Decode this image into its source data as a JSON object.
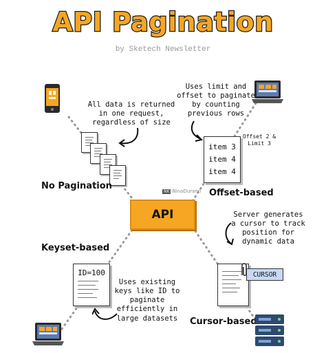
{
  "title": "API Pagination",
  "subtitle": "by Sketech Newsletter",
  "center": {
    "label": "API"
  },
  "watermark": {
    "mark": "NK",
    "name": "NinaDurann"
  },
  "no_pagination": {
    "label": "No Pagination",
    "description": "All data is returned\nin one request,\nregardless of size"
  },
  "offset": {
    "label": "Offset-based",
    "description": "Uses limit and\noffset to paginate\nby counting\nprevious rows",
    "items": [
      "item 3",
      "item 4",
      "item 4"
    ],
    "note": "Offset 2 &\nLimit 3"
  },
  "keyset": {
    "label": "Keyset-based",
    "key": "ID=100",
    "description": "Uses existing\nkeys like ID to\npaginate\nefficiently in\nlarge datasets"
  },
  "cursor": {
    "label": "Cursor-based",
    "description": "Server generates\na cursor to track\nposition for\ndynamic data",
    "tag": "CURSOR"
  },
  "colors": {
    "accent": "#f6a623",
    "cursor_tag": "#c7d9f5",
    "server": "#2e4a70",
    "screen": "#5b7bb5"
  },
  "icons": {
    "phone": "phone-icon",
    "laptop": "laptop-icon",
    "server": "server-icon",
    "paperclip": "paperclip-icon",
    "arrow": "curved-arrow-icon"
  }
}
